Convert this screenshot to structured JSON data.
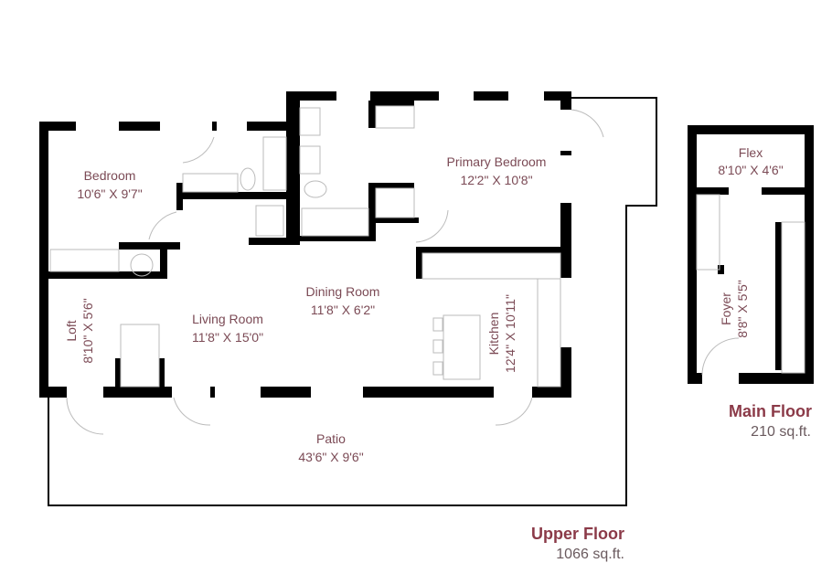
{
  "upper_floor": {
    "title": "Upper Floor",
    "area": "1066 sq.ft.",
    "rooms": [
      {
        "name": "Bedroom",
        "size": "10'6\" X 9'7\""
      },
      {
        "name": "Primary Bedroom",
        "size": "12'2\" X 10'8\""
      },
      {
        "name": "Dining Room",
        "size": "11'8\" X 6'2\""
      },
      {
        "name": "Living Room",
        "size": "11'8\" X 15'0\""
      },
      {
        "name": "Loft",
        "size": "8'10\" X 5'6\""
      },
      {
        "name": "Kitchen",
        "size": "12'4\" X 10'11\""
      },
      {
        "name": "Patio",
        "size": "43'6\" X 9'6\""
      }
    ]
  },
  "main_floor": {
    "title": "Main Floor",
    "area": "210 sq.ft.",
    "rooms": [
      {
        "name": "Flex",
        "size": "8'10\" X 4'6\""
      },
      {
        "name": "Foyer",
        "size": "8'8\" X 5'5\""
      }
    ]
  },
  "colors": {
    "heading": "#8b3a48",
    "room_label": "#7b4a55",
    "wall": "#000000"
  }
}
